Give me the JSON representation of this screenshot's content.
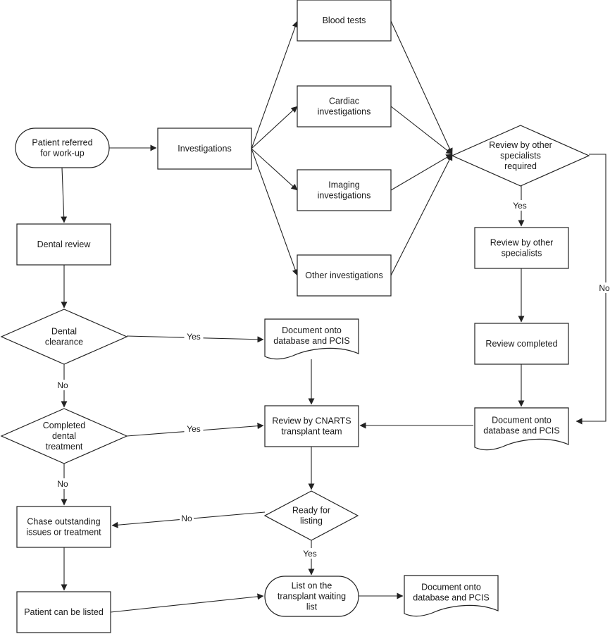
{
  "nodes": {
    "patient_referred": {
      "shape": "terminal",
      "lines": [
        "Patient referred",
        "for work-up"
      ]
    },
    "investigations": {
      "shape": "process",
      "lines": [
        "Investigations"
      ]
    },
    "blood_tests": {
      "shape": "process",
      "lines": [
        "Blood tests"
      ]
    },
    "cardiac_investigations": {
      "shape": "process",
      "lines": [
        "Cardiac",
        "investigations"
      ]
    },
    "imaging_investigations": {
      "shape": "process",
      "lines": [
        "Imaging",
        "investigations"
      ]
    },
    "other_investigations": {
      "shape": "process",
      "lines": [
        "Other investigations"
      ]
    },
    "review_other_required": {
      "shape": "decision",
      "lines": [
        "Review by other",
        "specialists",
        "required"
      ]
    },
    "review_other_specialists": {
      "shape": "process",
      "lines": [
        "Review by other",
        "specialists"
      ]
    },
    "review_completed": {
      "shape": "process",
      "lines": [
        "Review completed"
      ]
    },
    "document_right": {
      "shape": "document",
      "lines": [
        "Document onto",
        "database and PCIS"
      ]
    },
    "dental_review": {
      "shape": "process",
      "lines": [
        "Dental review"
      ]
    },
    "dental_clearance": {
      "shape": "decision",
      "lines": [
        "Dental",
        "clearance"
      ]
    },
    "document_middle": {
      "shape": "document",
      "lines": [
        "Document onto",
        "database and PCIS"
      ]
    },
    "completed_dental_treatment": {
      "shape": "decision",
      "lines": [
        "Completed",
        "dental",
        "treatment"
      ]
    },
    "review_cnarts": {
      "shape": "process",
      "lines": [
        "Review by CNARTS",
        "transplant team"
      ]
    },
    "ready_for_listing": {
      "shape": "decision",
      "lines": [
        "Ready for",
        "listing"
      ]
    },
    "chase_outstanding": {
      "shape": "process",
      "lines": [
        "Chase outstanding",
        "issues or treatment"
      ]
    },
    "patient_can_be_listed": {
      "shape": "process",
      "lines": [
        "Patient can be listed"
      ]
    },
    "list_waiting_list": {
      "shape": "terminal",
      "lines": [
        "List on the",
        "transplant waiting",
        "list"
      ]
    },
    "document_bottom": {
      "shape": "document",
      "lines": [
        "Document onto",
        "database and PCIS"
      ]
    }
  },
  "edges": [
    {
      "from": "patient_referred",
      "to": "investigations",
      "label": ""
    },
    {
      "from": "patient_referred",
      "to": "dental_review",
      "label": ""
    },
    {
      "from": "investigations",
      "to": "blood_tests",
      "label": ""
    },
    {
      "from": "investigations",
      "to": "cardiac_investigations",
      "label": ""
    },
    {
      "from": "investigations",
      "to": "imaging_investigations",
      "label": ""
    },
    {
      "from": "investigations",
      "to": "other_investigations",
      "label": ""
    },
    {
      "from": "blood_tests",
      "to": "review_other_required",
      "label": ""
    },
    {
      "from": "cardiac_investigations",
      "to": "review_other_required",
      "label": ""
    },
    {
      "from": "imaging_investigations",
      "to": "review_other_required",
      "label": ""
    },
    {
      "from": "other_investigations",
      "to": "review_other_required",
      "label": ""
    },
    {
      "from": "review_other_required",
      "to": "review_other_specialists",
      "label": "Yes"
    },
    {
      "from": "review_other_required",
      "to": "document_right",
      "label": "No"
    },
    {
      "from": "review_other_specialists",
      "to": "review_completed",
      "label": ""
    },
    {
      "from": "review_completed",
      "to": "document_right",
      "label": ""
    },
    {
      "from": "document_right",
      "to": "review_cnarts",
      "label": ""
    },
    {
      "from": "dental_review",
      "to": "dental_clearance",
      "label": ""
    },
    {
      "from": "dental_clearance",
      "to": "document_middle",
      "label": "Yes"
    },
    {
      "from": "dental_clearance",
      "to": "completed_dental_treatment",
      "label": "No"
    },
    {
      "from": "document_middle",
      "to": "review_cnarts",
      "label": ""
    },
    {
      "from": "completed_dental_treatment",
      "to": "review_cnarts",
      "label": "Yes"
    },
    {
      "from": "completed_dental_treatment",
      "to": "chase_outstanding",
      "label": "No"
    },
    {
      "from": "review_cnarts",
      "to": "ready_for_listing",
      "label": ""
    },
    {
      "from": "ready_for_listing",
      "to": "chase_outstanding",
      "label": "No"
    },
    {
      "from": "ready_for_listing",
      "to": "list_waiting_list",
      "label": "Yes"
    },
    {
      "from": "chase_outstanding",
      "to": "patient_can_be_listed",
      "label": ""
    },
    {
      "from": "patient_can_be_listed",
      "to": "list_waiting_list",
      "label": ""
    },
    {
      "from": "list_waiting_list",
      "to": "document_bottom",
      "label": ""
    }
  ]
}
